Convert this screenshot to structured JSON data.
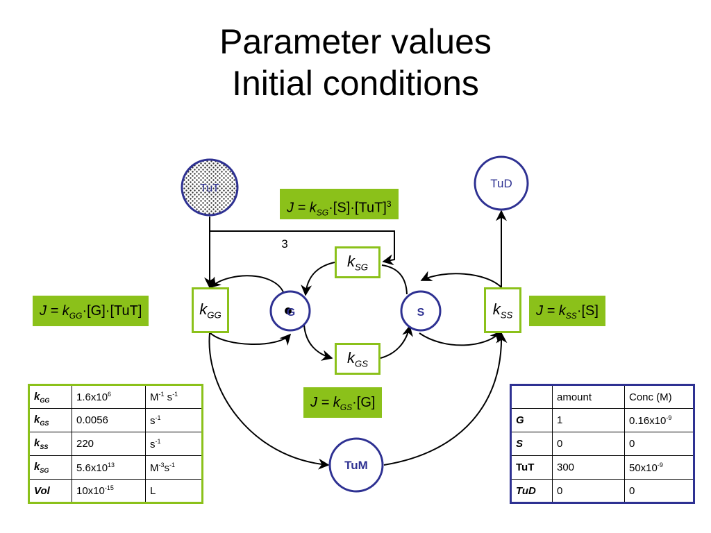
{
  "title": {
    "line1": "Parameter values",
    "line2": "Initial conditions"
  },
  "nodes": {
    "tut": "TuT",
    "tud": "TuD",
    "g": "G",
    "s": "S",
    "tum": "TuM"
  },
  "rate_boxes": {
    "kgg": {
      "base": "k",
      "sub": "GG"
    },
    "ksg": {
      "base": "k",
      "sub": "SG"
    },
    "kgs": {
      "base": "k",
      "sub": "GS"
    },
    "kss": {
      "base": "k",
      "sub": "SS"
    }
  },
  "equations": {
    "sg": {
      "lhs": "J = ",
      "k": "k",
      "k_sub": "SG",
      "rest": "·[S]·[TuT]",
      "sup": "3"
    },
    "gg": {
      "lhs": "J = ",
      "k": "k",
      "k_sub": "GG",
      "rest": "·[G]·[TuT]"
    },
    "ss": {
      "lhs": "J = ",
      "k": "k",
      "k_sub": "SS",
      "rest": "·[S]"
    },
    "gs": {
      "lhs": "J = ",
      "k": "k",
      "k_sub": "GS",
      "rest": "·[G]"
    }
  },
  "stoichiometry_label": "3",
  "colors": {
    "accent_green": "#8bc11a",
    "node_blue": "#2e3192"
  },
  "parameters": {
    "rows": [
      {
        "name": "k",
        "name_sub": "GG",
        "value": "1.6x10",
        "value_sup": "6",
        "unit_parts": [
          [
            "M",
            "-1"
          ],
          [
            " s",
            "-1"
          ]
        ]
      },
      {
        "name": "k",
        "name_sub": "GS",
        "value": "0.0056",
        "value_sup": "",
        "unit_parts": [
          [
            "s",
            "-1"
          ]
        ]
      },
      {
        "name": "k",
        "name_sub": "SS",
        "value": "220",
        "value_sup": "",
        "unit_parts": [
          [
            "s",
            "-1"
          ]
        ]
      },
      {
        "name": "k",
        "name_sub": "SG",
        "value": "5.6x10",
        "value_sup": "13",
        "unit_parts": [
          [
            "M",
            "-3"
          ],
          [
            "s",
            "-1"
          ]
        ]
      },
      {
        "name": "Vol",
        "name_sub": "",
        "value": "10x10",
        "value_sup": "-15",
        "unit_parts": [
          [
            "L",
            ""
          ]
        ]
      }
    ]
  },
  "initial_conditions": {
    "headers": [
      "",
      "amount",
      "Conc (M)"
    ],
    "rows": [
      {
        "species": "G",
        "amount": "1",
        "conc": "0.16x10",
        "conc_sup": "-9"
      },
      {
        "species": "S",
        "amount": "0",
        "conc": "0",
        "conc_sup": ""
      },
      {
        "species": "TuT",
        "amount": "300",
        "conc": "50x10",
        "conc_sup": "-9"
      },
      {
        "species": "TuD",
        "amount": "0",
        "conc": "0",
        "conc_sup": ""
      }
    ]
  }
}
